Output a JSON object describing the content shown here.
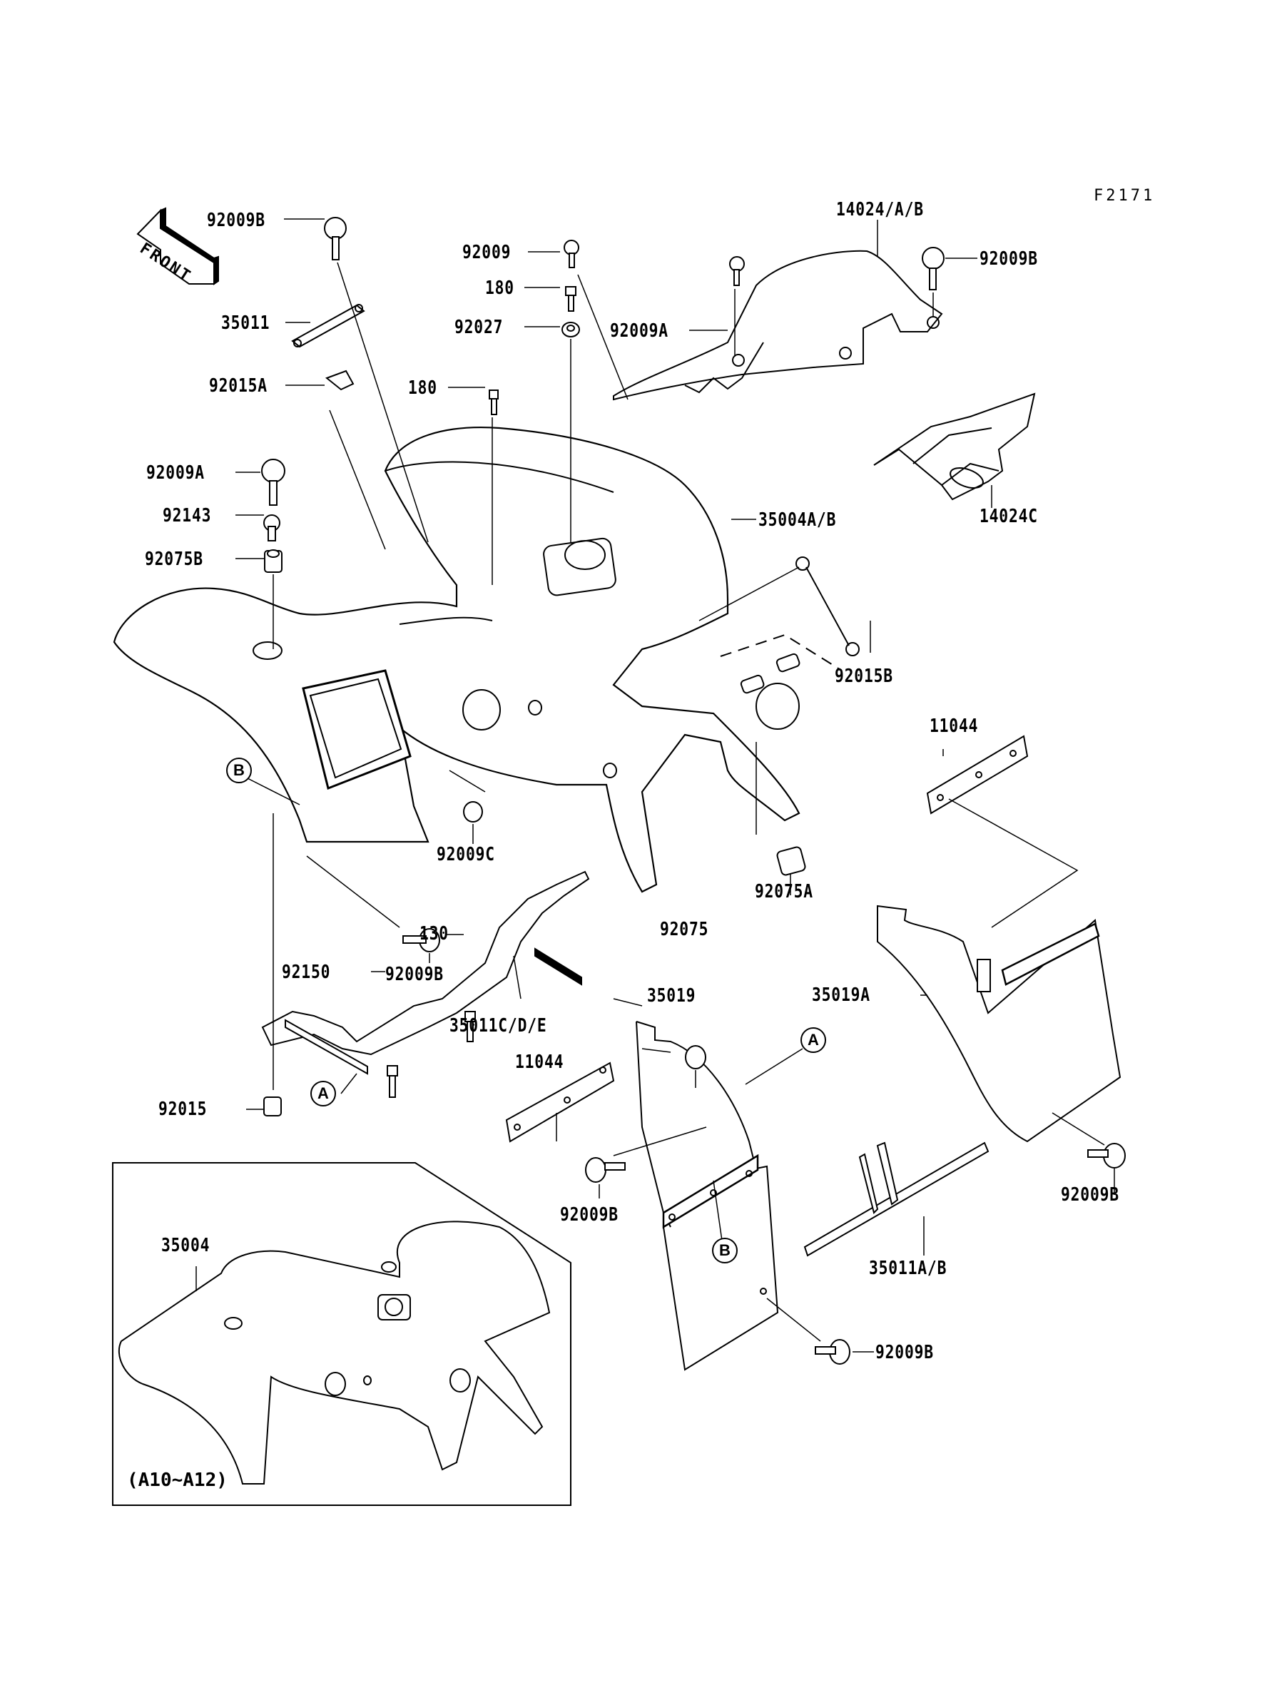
{
  "diagram": {
    "figure_code": "F2171",
    "direction_indicator": "FRONT",
    "inset_caption": "(A10~A12)",
    "reference_markers": [
      "A",
      "B"
    ],
    "parts": [
      {
        "id": "p1",
        "number": "92009B",
        "desc": "bolt, top-left"
      },
      {
        "id": "p2",
        "number": "35011",
        "desc": "bracket"
      },
      {
        "id": "p3",
        "number": "92015A",
        "desc": "clip nut"
      },
      {
        "id": "p4",
        "number": "92009A",
        "desc": "bolt, left"
      },
      {
        "id": "p5",
        "number": "92143",
        "desc": "collar"
      },
      {
        "id": "p6",
        "number": "92075B",
        "desc": "damper"
      },
      {
        "id": "p7",
        "number": "92009",
        "desc": "bolt, top-center"
      },
      {
        "id": "p8",
        "number": "180",
        "desc": "bolt, upper"
      },
      {
        "id": "p9",
        "number": "92027",
        "desc": "washer"
      },
      {
        "id": "p10",
        "number": "180",
        "desc": "bolt, lower"
      },
      {
        "id": "p11",
        "number": "92009A",
        "desc": "bolt, guard"
      },
      {
        "id": "p12",
        "number": "14024/A/B",
        "desc": "chain guard"
      },
      {
        "id": "p13",
        "number": "92009B",
        "desc": "bolt, top-right"
      },
      {
        "id": "p14",
        "number": "14024C",
        "desc": "guard plate"
      },
      {
        "id": "p15",
        "number": "35004A/B",
        "desc": "rear fender"
      },
      {
        "id": "p16",
        "number": "92015B",
        "desc": "stay"
      },
      {
        "id": "p17",
        "number": "92009C",
        "desc": "plug"
      },
      {
        "id": "p18",
        "number": "92009B",
        "desc": "bolt, fender side"
      },
      {
        "id": "p19",
        "number": "130",
        "desc": "bolt"
      },
      {
        "id": "p20",
        "number": "92150",
        "desc": "bolt"
      },
      {
        "id": "p21",
        "number": "35011C/D/E",
        "desc": "bracket assembly"
      },
      {
        "id": "p22",
        "number": "92015",
        "desc": "nut"
      },
      {
        "id": "p23",
        "number": "92075",
        "desc": "damper"
      },
      {
        "id": "p24",
        "number": "92075A",
        "desc": "damper"
      },
      {
        "id": "p25",
        "number": "11044",
        "desc": "bracket, right"
      },
      {
        "id": "p26",
        "number": "35019A",
        "desc": "mud flap, right"
      },
      {
        "id": "p27",
        "number": "35019",
        "desc": "mud flap, left"
      },
      {
        "id": "p28",
        "number": "11044",
        "desc": "bracket, left"
      },
      {
        "id": "p29",
        "number": "92009B",
        "desc": "bolt, flap left"
      },
      {
        "id": "p30",
        "number": "35011A/B",
        "desc": "stay"
      },
      {
        "id": "p31",
        "number": "92009B",
        "desc": "bolt, flap right"
      },
      {
        "id": "p32",
        "number": "92009B",
        "desc": "bolt, flap bottom"
      },
      {
        "id": "p33",
        "number": "35004",
        "desc": "rear fender (inset)"
      }
    ]
  }
}
